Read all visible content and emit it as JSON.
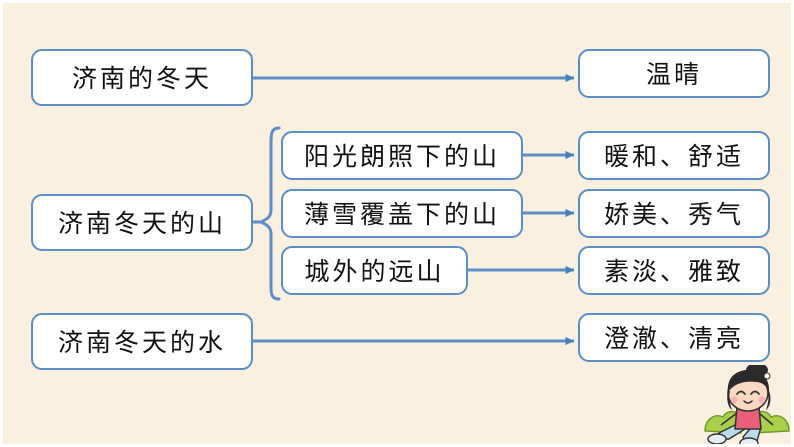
{
  "meta": {
    "background_color": "#faf0e0",
    "border_color": "#5b8ec7",
    "box_fill": "#ffffff",
    "text_color": "#111111",
    "connector_color": "#5b8ec7"
  },
  "diagram": {
    "type": "mind-map",
    "title_node": {
      "id": "root",
      "label": "济南的冬天"
    },
    "level1": [
      {
        "id": "root",
        "label": "济南的冬天"
      },
      {
        "id": "mountain",
        "label": "济南冬天的山"
      },
      {
        "id": "water",
        "label": "济南冬天的水"
      }
    ],
    "level2": [
      {
        "id": "sun",
        "label": "阳光朗照下的山"
      },
      {
        "id": "snow",
        "label": "薄雪覆盖下的山"
      },
      {
        "id": "far",
        "label": "城外的远山"
      }
    ],
    "level3": [
      {
        "id": "warm",
        "label": "温晴"
      },
      {
        "id": "cozy",
        "label": "暖和、舒适"
      },
      {
        "id": "pretty",
        "label": "娇美、秀气"
      },
      {
        "id": "plain",
        "label": "素淡、雅致"
      },
      {
        "id": "clear",
        "label": "澄澈、清亮"
      }
    ],
    "edges": [
      {
        "from": "root",
        "to": "warm",
        "style": "arrow"
      },
      {
        "from": "mountain",
        "to": "sun",
        "style": "brace"
      },
      {
        "from": "mountain",
        "to": "snow",
        "style": "brace"
      },
      {
        "from": "mountain",
        "to": "far",
        "style": "brace"
      },
      {
        "from": "sun",
        "to": "cozy",
        "style": "arrow"
      },
      {
        "from": "snow",
        "to": "pretty",
        "style": "arrow"
      },
      {
        "from": "far",
        "to": "plain",
        "style": "arrow"
      },
      {
        "from": "water",
        "to": "clear",
        "style": "arrow"
      }
    ]
  },
  "decoration": {
    "girl_illustration": {
      "name": "cartoon-girl-sitting",
      "hair_color": "#2b2b2b",
      "skin_color": "#fbd9c0",
      "shirt_color": "#e8607a",
      "pants_color": "#8fc5e0",
      "bush_color": "#a8d04a"
    }
  }
}
